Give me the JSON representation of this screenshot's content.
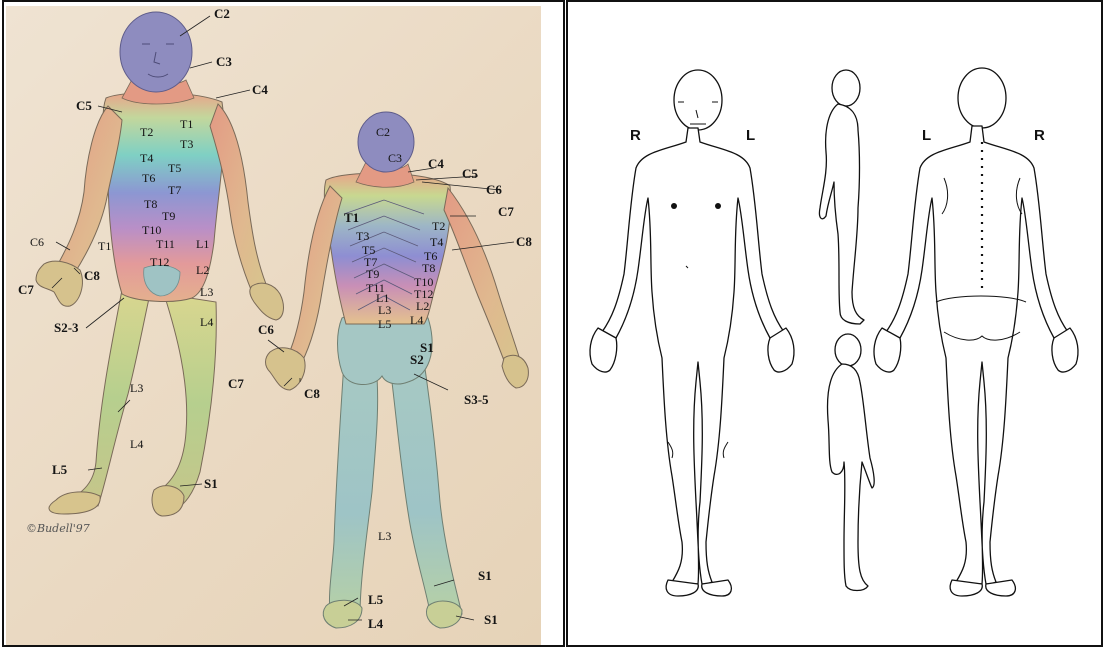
{
  "left_panel": {
    "signature": "©Budell'97",
    "front_labels": {
      "c2": "C2",
      "c3": "C3",
      "c4": "C4",
      "c5": "C5",
      "t1": "T1",
      "t2": "T2",
      "t3": "T3",
      "t4": "T4",
      "t5": "T5",
      "t6": "T6",
      "t7": "T7",
      "t8": "T8",
      "t9": "T9",
      "t10": "T10",
      "t11": "T11",
      "t12": "T12",
      "c6": "C6",
      "t1_arm": "T1",
      "c7": "C7",
      "c8": "C8",
      "l1": "L1",
      "l2": "L2",
      "l3": "L3",
      "l4": "L4",
      "s2_3": "S2-3",
      "l3_shin": "L3",
      "l4_shin": "L4",
      "l5": "L5",
      "s1": "S1"
    },
    "back_labels": {
      "c2": "C2",
      "c3": "C3",
      "c4": "C4",
      "c5": "C5",
      "c6": "C6",
      "c7": "C7",
      "c8": "C8",
      "t1": "T1",
      "t2": "T2",
      "t3": "T3",
      "t4": "T4",
      "t5": "T5",
      "t6": "T6",
      "t7": "T7",
      "t8": "T8",
      "t9": "T9",
      "t10": "T10",
      "t11": "T11",
      "t12": "T12",
      "l1": "L1",
      "l2": "L2",
      "l3": "L3",
      "l4": "L4",
      "l5": "L5",
      "s1": "S1",
      "s2": "S2",
      "s3_5": "S3-5",
      "c6_hand": "C6",
      "c7_hand": "C7",
      "c8_hand": "C8",
      "l3_calf": "L3",
      "l5_foot": "L5",
      "l4_foot": "L4",
      "s1_heel": "S1",
      "s1_foot": "S1"
    }
  },
  "right_panel": {
    "front_left_side": "R",
    "front_right_side": "L",
    "back_left_side": "L",
    "back_right_side": "R"
  },
  "colors": {
    "head": "#8e8cbf",
    "cervical": "#e9a48a",
    "thoracic_upper": "#b9d39a",
    "thoracic_mid": "#8fa6c9",
    "thoracic_low": "#c88fb8",
    "lumbar": "#c9d48e",
    "sacral": "#9fc3c4",
    "skin": "#e7c2a8"
  }
}
